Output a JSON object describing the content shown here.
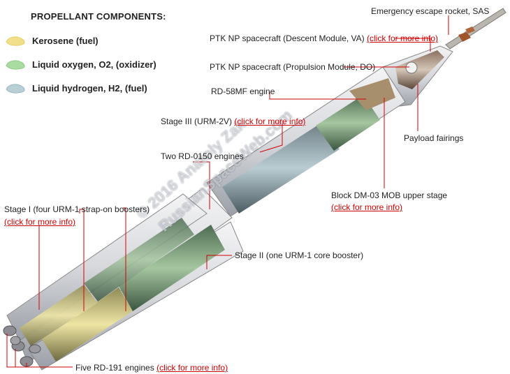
{
  "legend": {
    "title": "PROPELLANT COMPONENTS:",
    "items": [
      {
        "label": "Kerosene (fuel)",
        "color": "#f2df8a"
      },
      {
        "label": "Liquid oxygen, O2, (oxidizer)",
        "color": "#a9dca0"
      },
      {
        "label": "Liquid hydrogen, H2, (fuel)",
        "color": "#b8cfd6"
      }
    ]
  },
  "labels": {
    "sas": "Emergency escape rocket, SAS",
    "descent": "PTK NP spacecraft (Descent Module, VA)",
    "descent_link": "(click for more info)",
    "propulsion": "PTK NP spacecraft (Propulsion Module, DO)",
    "rd58": "RD-58MF engine",
    "stage3": "Stage III (URM-2V)",
    "stage3_link": "(click for more info)",
    "payload": "Payload fairings",
    "rd0150": "Two RD-0150 engines",
    "blockdm": "Block DM-03 MOB upper stage",
    "blockdm_link": "(click for more info)",
    "stage1": "Stage I (four URM-1 strap-on boosters)",
    "stage1_link": "(click for more info)",
    "stage2": "Stage II (one URM-1 core booster)",
    "rd191": "Five RD-191 engines",
    "rd191_link": "(click for more info)"
  },
  "watermark": {
    "line1": "© 2016 Anatoly Zak",
    "line2": "RussianSpaceWeb.com"
  },
  "colors": {
    "label_line": "#d40000",
    "link": "#d40000"
  }
}
